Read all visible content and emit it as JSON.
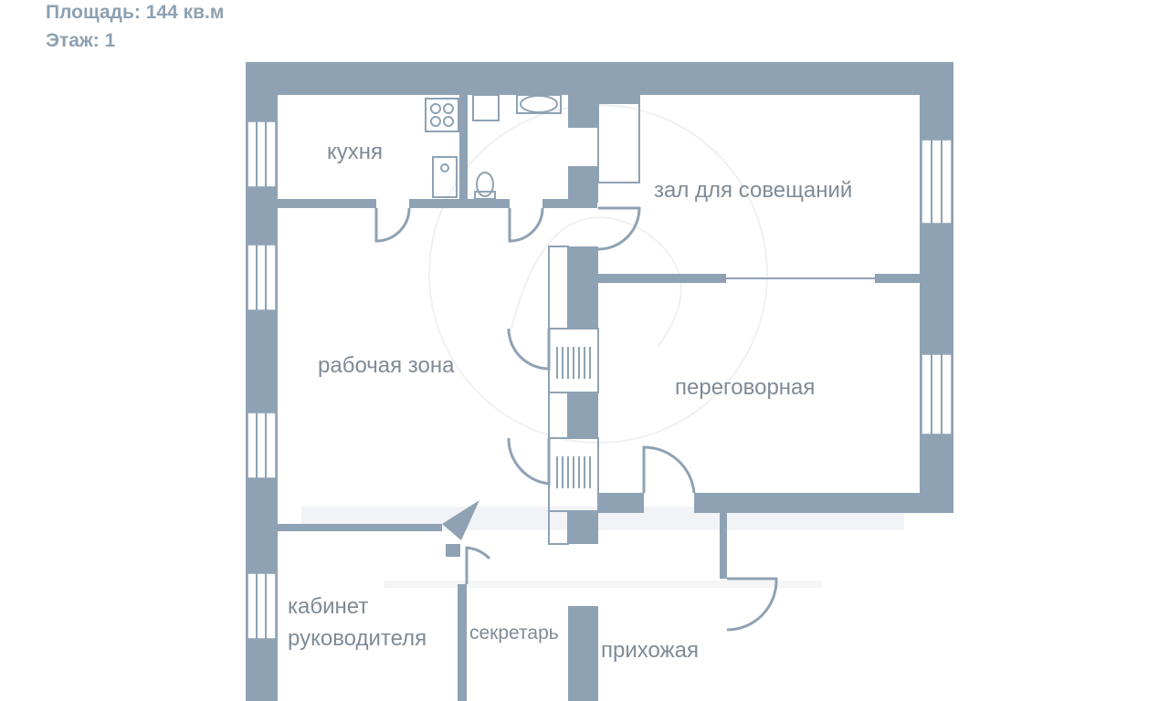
{
  "info": {
    "area": "Площадь: 144 кв.м",
    "floor": "Этаж: 1"
  },
  "rooms": {
    "kitchen": "кухня",
    "meeting_hall": "зал для совещаний",
    "work_zone": "рабочая зона",
    "negotiation": "переговорная",
    "director_line1": "кабинет",
    "director_line2": "руководителя",
    "secretary": "секретарь",
    "hallway": "прихожая"
  },
  "colors": {
    "wall": "#8ea2b4",
    "label": "#7f8b96",
    "info": "#8da1b2"
  }
}
